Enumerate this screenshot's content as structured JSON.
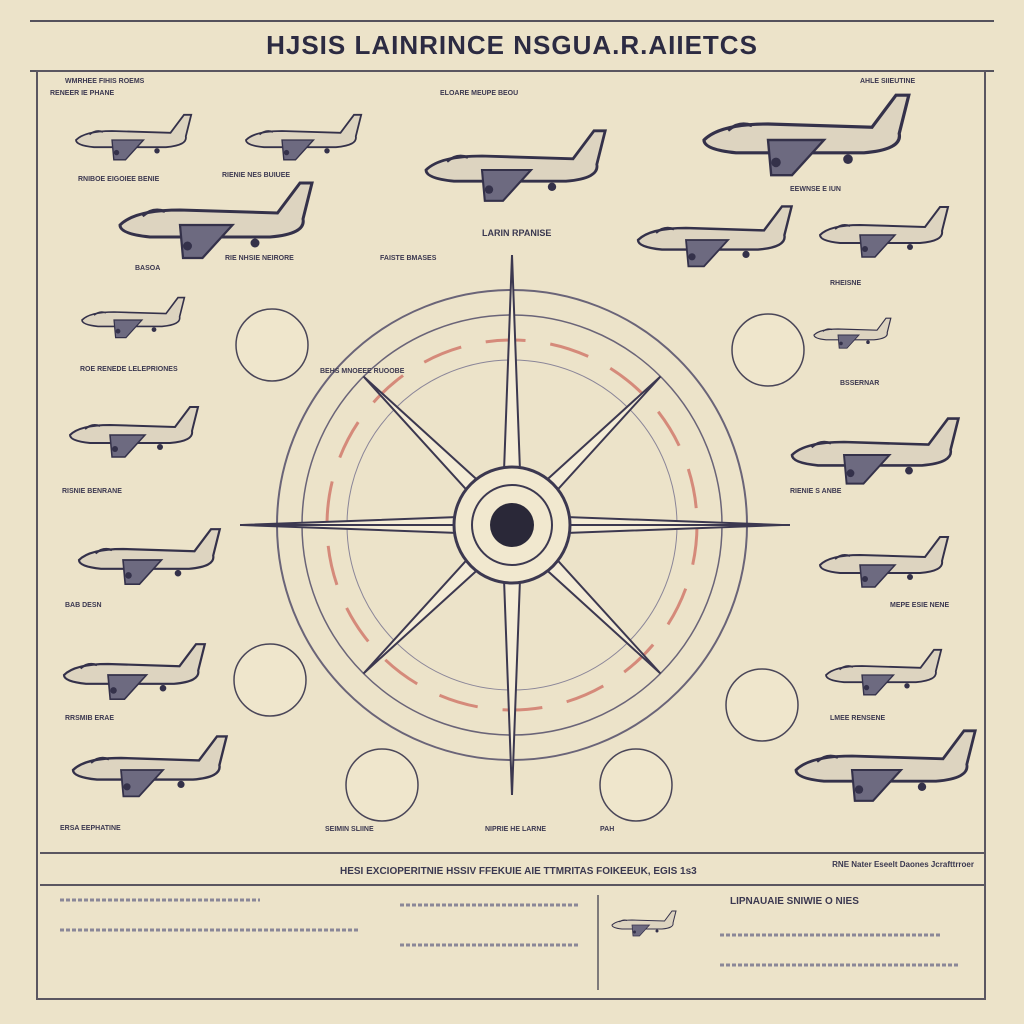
{
  "title": "HJSIS LAINRINCE NSGUA.R.AIIETCS",
  "center_label": "LARIN RPANISE",
  "banner": {
    "text": "HESI EXCIOPERITNIE HSSIV FFEKUIE AIE TTMRITAS FOIKEEUK, EGIS 1s3",
    "right": "RNE Nater Eseelt Daones Jcrafttrroer"
  },
  "footer": {
    "heading": "LIPNAUAIE SNIWIE O NIES"
  },
  "captions": [
    "WMRHEE FIHIS ROEMS",
    "RENEER IE PHANE",
    "ELOARE MEUPE BEOU",
    "AHLE SIIEUTINE",
    "RNIBOE EIGOIEE BENIE",
    "BASOA",
    "RIENIE NES BUIUEE",
    "EEWNSE E IUN",
    "RIE NHSIE NEIRORE",
    "FAISTE BMASES",
    "RHEISNE",
    "ROE RENEDE LELEPRIONES",
    "BEHS MNOEEE RUOOBE",
    "BSSERNAR",
    "RISNIE BENRANE",
    "RIENIE S ANBE",
    "BAB DESN",
    "MEPE ESIE NENE",
    "RRSMIB ERAE",
    "LMEE RENSENE",
    "ERSA EEPHATINE",
    "SEIMIN SLIINE",
    "NIPRIE HE LARNE",
    "PAH"
  ]
}
